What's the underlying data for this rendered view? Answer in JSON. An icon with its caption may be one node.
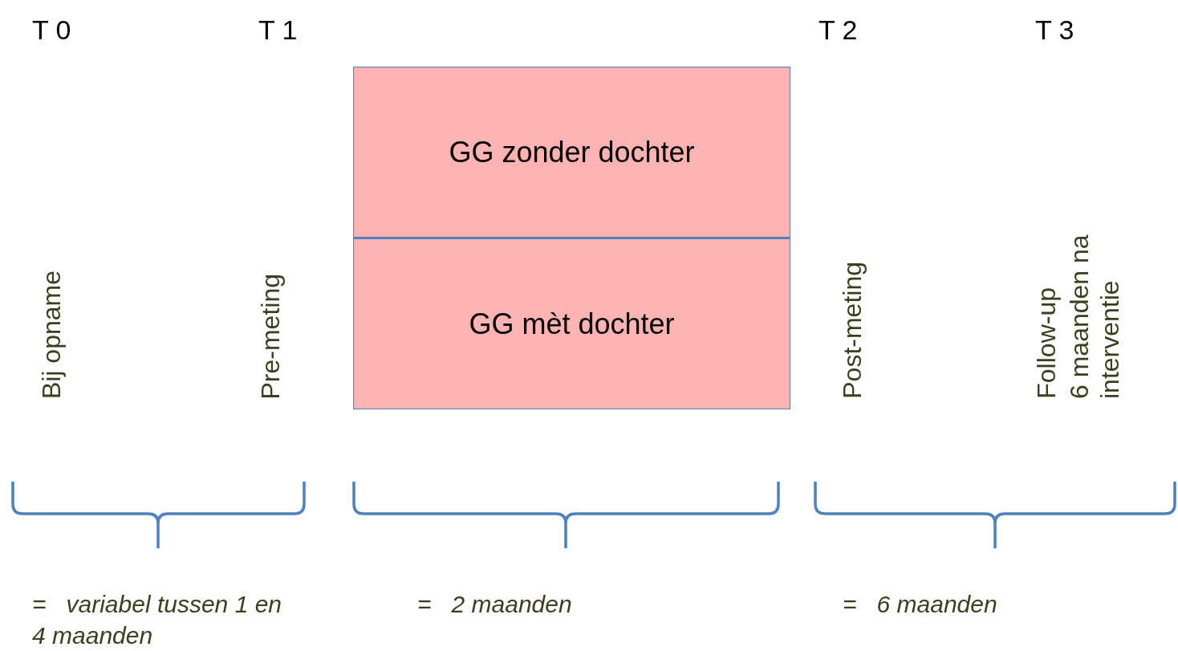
{
  "diagram": {
    "nodes": [
      {
        "text": [
          "GG zonder dochter"
        ]
      },
      {
        "text": [
          "GG mèt dochter"
        ]
      }
    ],
    "edges": [],
    "labels": [
      "T 0",
      "T 1",
      "T 2",
      "T 3",
      "Bij opname",
      "Pre-meting",
      "Post-meting",
      "Follow-up",
      "6 maanden na interventie",
      "=   variabel tussen 1 en 4 maanden",
      "=   2 maanden",
      "=   6 maanden"
    ]
  }
}
